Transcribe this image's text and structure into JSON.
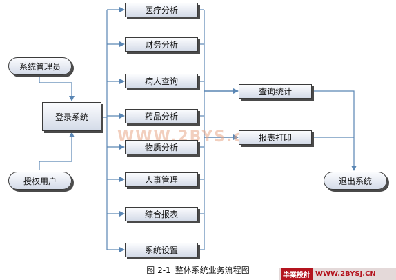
{
  "caption": {
    "figure_number": "图 2-1",
    "title": "整体系统业务流程图"
  },
  "nodes": {
    "admin": "系统管理员",
    "user": "授权用户",
    "login": "登录系统",
    "medical": "医疗分析",
    "finance": "财务分析",
    "patient": "病人查询",
    "drug": "药品分析",
    "material": "物质分析",
    "hr": "人事管理",
    "report": "综合报表",
    "settings": "系统设置",
    "stats": "查询统计",
    "print": "报表打印",
    "exit": "退出系统"
  },
  "watermark": "WWW.2BYS.cn",
  "footer": {
    "brand": "毕業設計",
    "site": "WWW.2BYSJ.CN"
  },
  "colors": {
    "edge": "#5a86b4",
    "box_border": "#3b3b3b",
    "box_fill_top": "#fbfcfe",
    "box_fill_bottom": "#d4dbe8",
    "shadow": "#4a4a4a"
  }
}
